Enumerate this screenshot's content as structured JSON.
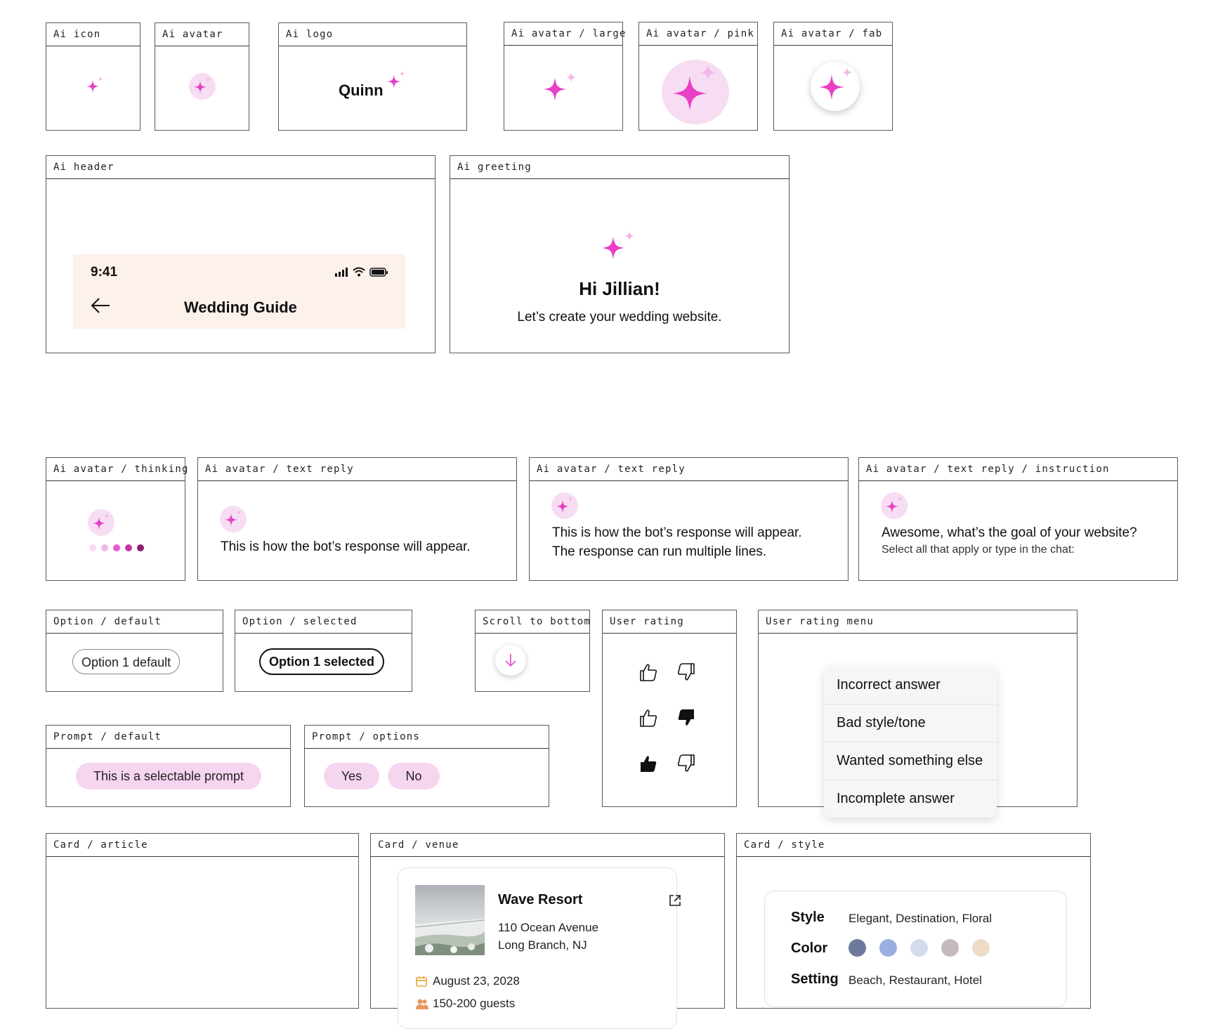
{
  "frames": {
    "ai_icon": "Ai icon",
    "ai_avatar": "Ai avatar",
    "ai_logo": "Ai logo",
    "ai_avatar_large": "Ai avatar / large",
    "ai_avatar_pink": "Ai avatar / pink",
    "ai_avatar_fab": "Ai avatar / fab",
    "ai_header": "Ai header",
    "ai_greeting": "Ai greeting",
    "ai_avatar_thinking": "Ai avatar / thinking",
    "ai_avatar_text_reply_1": "Ai avatar / text reply",
    "ai_avatar_text_reply_2": "Ai avatar / text reply",
    "ai_avatar_text_reply_instruction": "Ai avatar / text reply / instruction",
    "option_default": "Option / default",
    "option_selected": "Option / selected",
    "scroll_to_bottom": "Scroll to bottom",
    "user_rating": "User rating",
    "user_rating_menu": "User rating menu",
    "prompt_default": "Prompt / default",
    "prompt_options": "Prompt / options",
    "card_article": "Card / article",
    "card_venue": "Card / venue",
    "card_style": "Card / style"
  },
  "logo": {
    "name": "Quinn"
  },
  "header": {
    "time": "9:41",
    "title": "Wedding Guide"
  },
  "greeting": {
    "title": "Hi Jillian!",
    "subtitle": "Let’s create your wedding website."
  },
  "replies": {
    "single": "This is how the bot’s response will appear.",
    "multi_line1": "This is how the bot’s response will appear.",
    "multi_line2": "The response can run multiple lines.",
    "instruction_title": "Awesome, what’s the goal of your website?",
    "instruction_sub": "Select all that apply or type in the chat:"
  },
  "options": {
    "default_label": "Option 1 default",
    "selected_label": "Option 1 selected"
  },
  "prompts": {
    "default_label": "This is a selectable prompt",
    "yes": "Yes",
    "no": "No"
  },
  "rating_menu": [
    "Incorrect answer",
    "Bad style/tone",
    "Wanted something else",
    "Incomplete answer"
  ],
  "venue": {
    "name": "Wave Resort",
    "address_line1": "110 Ocean Avenue",
    "address_line2": "Long Branch, NJ",
    "date": "August 23, 2028",
    "guests": "150-200 guests"
  },
  "style_card": {
    "style_label": "Style",
    "style_value": "Elegant, Destination, Floral",
    "color_label": "Color",
    "colors": [
      "#6e7a9c",
      "#9aaee2",
      "#d3dcec",
      "#c3bbbb",
      "#ecdcc8"
    ],
    "setting_label": "Setting",
    "setting_value": "Beach, Restaurant, Hotel"
  },
  "colors": {
    "accent_magenta": "#e83fc4",
    "accent_light": "#f3b6e8",
    "bubble": "#f7ddf3",
    "header_bg": "#fdf1ec"
  }
}
